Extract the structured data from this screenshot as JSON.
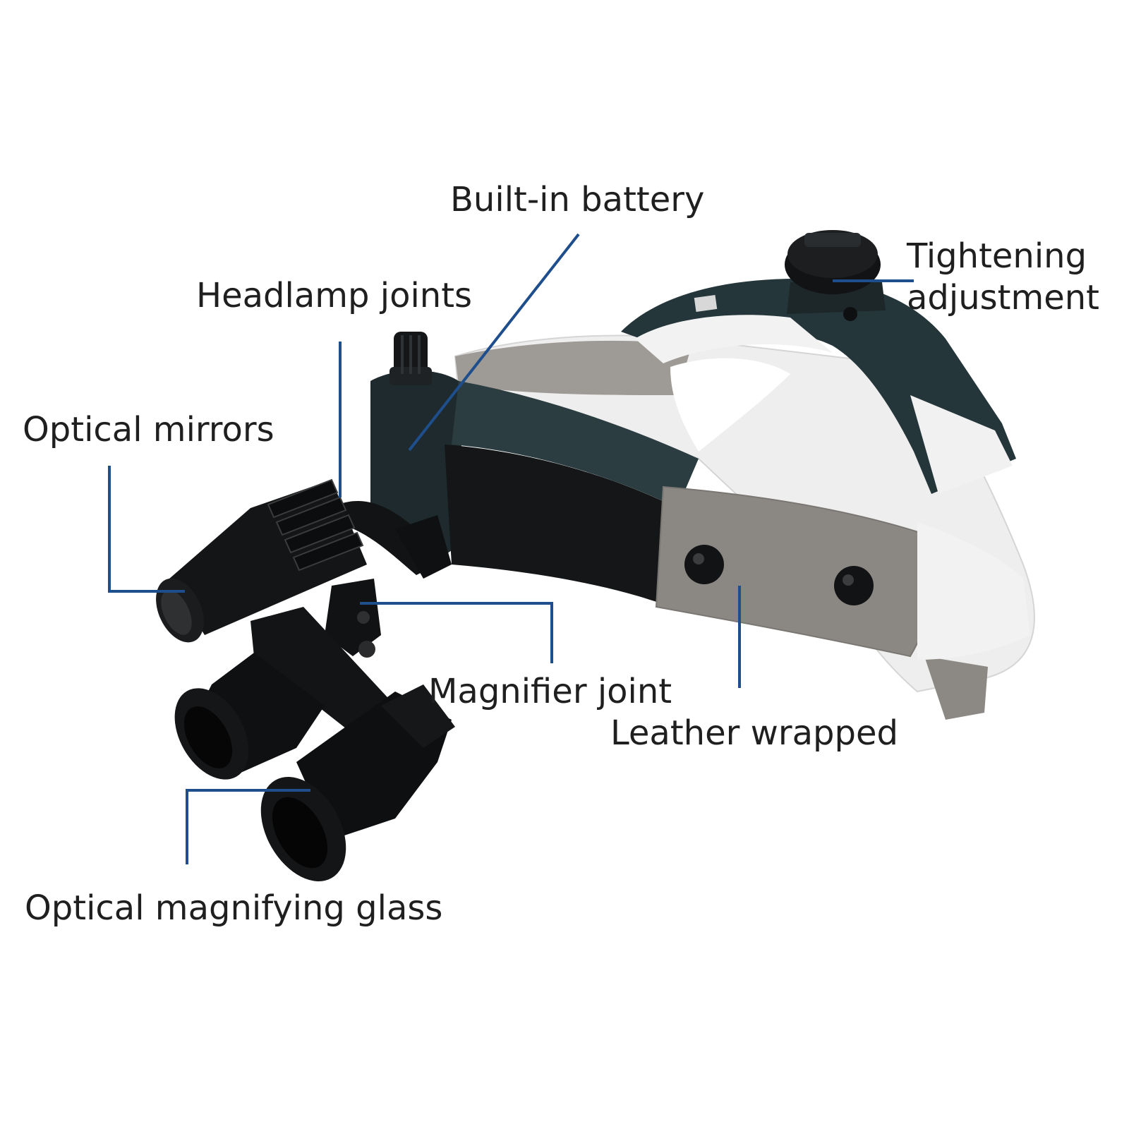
{
  "colors": {
    "leader_line": "#1f4e8c",
    "label_text": "#1f1f1f",
    "device_dark": "#161819",
    "device_teal": "#27383b",
    "band_light": "#f1f1f1",
    "band_pad_gray": "#8a8784",
    "background": "#ffffff"
  },
  "labels": {
    "built_in_battery": "Built-in battery",
    "tightening_adjustment": "Tightening\nadjustment",
    "headlamp_joints": "Headlamp joints",
    "optical_mirrors": "Optical mirrors",
    "magnifier_joint": "Magnifier joint",
    "leather_wrapped": "Leather wrapped",
    "optical_magnifying_glass": "Optical magnifying glass"
  },
  "icons": [
    "headband-device-illustration",
    "headlamp-illustration",
    "binocular-loupe-illustration",
    "adjustment-knob-illustration"
  ]
}
